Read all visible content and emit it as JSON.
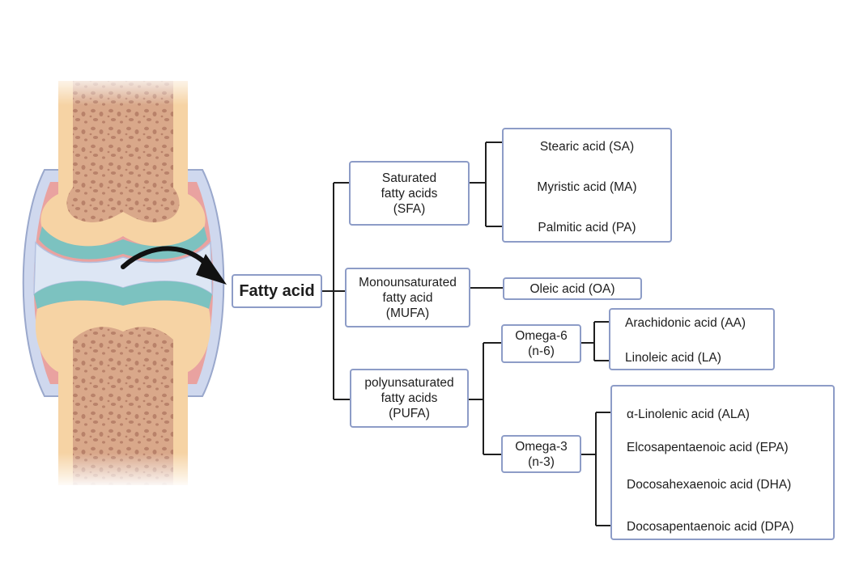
{
  "root": {
    "label": "Fatty acid"
  },
  "sfa": {
    "label": "Saturated\nfatty acids\n(SFA)",
    "examples": [
      "Stearic acid (SA)",
      "Myristic acid (MA)",
      "Palmitic acid (PA)"
    ]
  },
  "mufa": {
    "label": "Monounsaturated\nfatty acid\n(MUFA)",
    "examples": [
      "Oleic acid (OA)"
    ]
  },
  "pufa": {
    "label": "polyunsaturated\nfatty acids\n(PUFA)",
    "omega6": {
      "label": "Omega-6\n(n-6)",
      "examples": [
        "Arachidonic acid (AA)",
        "Linoleic acid (LA)"
      ]
    },
    "omega3": {
      "label": "Omega-3\n(n-3)",
      "examples": [
        "α-Linolenic acid (ALA)",
        "Elcosapentaenoic acid (EPA)",
        "Docosahexaenoic acid (DHA)",
        "Docosapentaenoic acid (DPA)"
      ]
    }
  },
  "colors": {
    "box_border": "#8d9cc7",
    "line": "#1f1f1f",
    "bone": "#f6d3a4",
    "bone_marrow": "#d9a88a",
    "cartilage": "#7cc2c0",
    "synovial_fluid": "#dde6f4",
    "capsule": "#e9a2a0"
  }
}
